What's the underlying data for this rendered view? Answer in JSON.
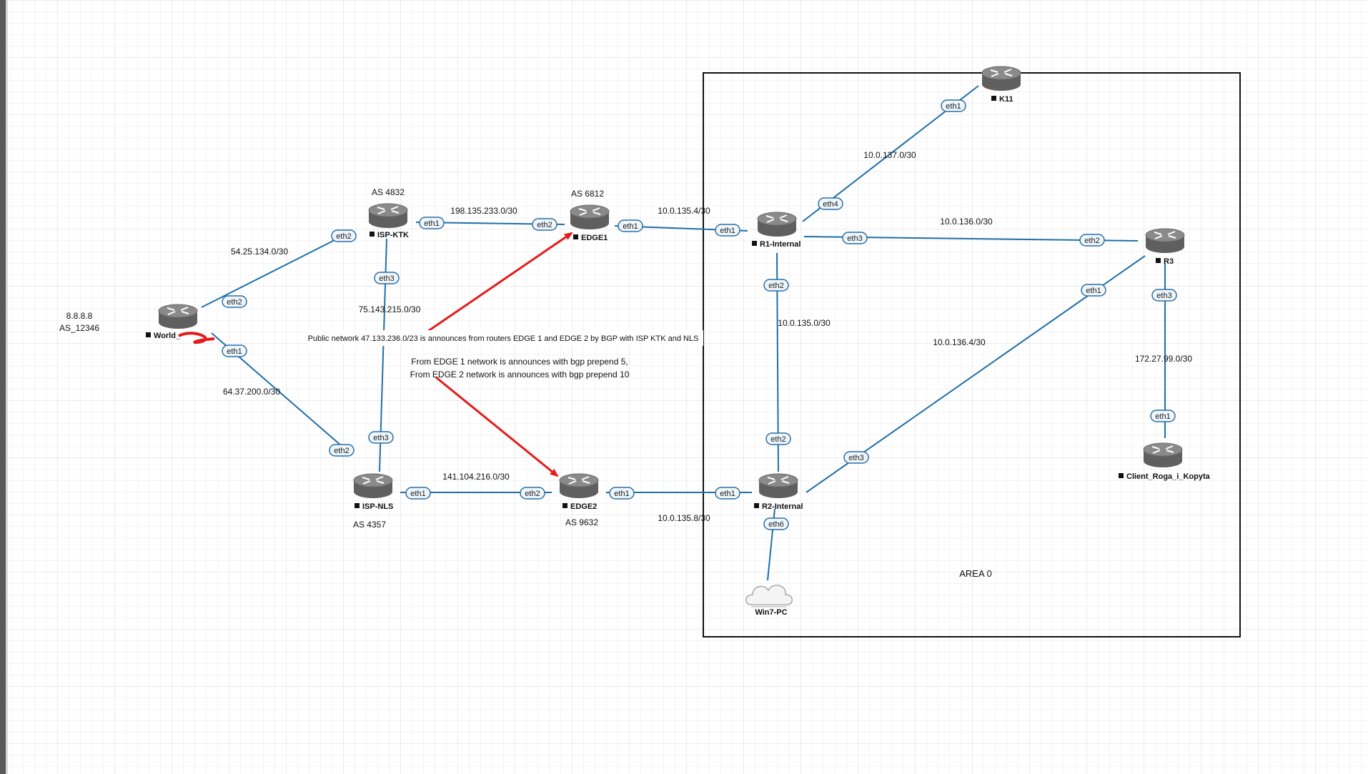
{
  "colors": {
    "background": "#ffffff",
    "grid_minor": "#eaeaea",
    "grid_major": "#d6d6d6",
    "link": "#1f6fa8",
    "port_border": "#2d6fa3",
    "port_fill": "#eef6fc",
    "router_top": "#8a8a8a",
    "router_side": "#5f5f5f",
    "arrow": "#e41b1b",
    "area_border": "#111111",
    "left_bar": "#5a5a5a"
  },
  "icons": {
    "router": "router-icon",
    "cloud": "cloud-pc-icon",
    "node_marker": "square-marker-icon",
    "arrow": "arrow-icon"
  },
  "nodes": [
    {
      "id": "world",
      "label": "World_",
      "kind": "router",
      "marker": true
    },
    {
      "id": "isp-ktk",
      "label": "ISP-KTK",
      "kind": "router",
      "marker": true
    },
    {
      "id": "isp-nls",
      "label": "ISP-NLS",
      "kind": "router",
      "marker": true
    },
    {
      "id": "edge1",
      "label": "EDGE1",
      "kind": "router",
      "marker": true
    },
    {
      "id": "edge2",
      "label": "EDGE2",
      "kind": "router",
      "marker": true
    },
    {
      "id": "r1",
      "label": "R1-Internal",
      "kind": "router",
      "marker": true
    },
    {
      "id": "r2",
      "label": "R2-Internal",
      "kind": "router",
      "marker": true
    },
    {
      "id": "k11",
      "label": "K11",
      "kind": "router",
      "marker": true
    },
    {
      "id": "r3",
      "label": "R3",
      "kind": "router",
      "marker": true
    },
    {
      "id": "client",
      "label": "Client_Roga_i_Kopyta",
      "kind": "router",
      "marker": true
    },
    {
      "id": "win7",
      "label": "Win7-PC",
      "kind": "cloud",
      "marker": false
    }
  ],
  "links": [
    {
      "from": "world",
      "to": "isp-ktk",
      "from_port": "eth2",
      "to_port": "eth2",
      "subnet": "54.25.134.0/30"
    },
    {
      "from": "world",
      "to": "isp-nls",
      "from_port": "eth1",
      "to_port": "eth2",
      "subnet": "64.37.200.0/30"
    },
    {
      "from": "isp-ktk",
      "to": "isp-nls",
      "from_port": "eth3",
      "to_port": "eth3",
      "subnet": "75.143.215.0/30"
    },
    {
      "from": "isp-ktk",
      "to": "edge1",
      "from_port": "eth1",
      "to_port": "eth2",
      "subnet": "198.135.233.0/30"
    },
    {
      "from": "isp-nls",
      "to": "edge2",
      "from_port": "eth1",
      "to_port": "eth2",
      "subnet": "141.104.216.0/30"
    },
    {
      "from": "edge1",
      "to": "r1",
      "from_port": "eth1",
      "to_port": "eth1",
      "subnet": "10.0.135.4/30"
    },
    {
      "from": "edge2",
      "to": "r2",
      "from_port": "eth1",
      "to_port": "eth1",
      "subnet": "10.0.135.8/30"
    },
    {
      "from": "r1",
      "to": "r2",
      "from_port": "eth2",
      "to_port": "eth2",
      "subnet": "10.0.135.0/30"
    },
    {
      "from": "r1",
      "to": "k11",
      "from_port": "eth4",
      "to_port": "eth1",
      "subnet": "10.0.137.0/30"
    },
    {
      "from": "r1",
      "to": "r3",
      "from_port": "eth3",
      "to_port": "eth2",
      "subnet": "10.0.136.0/30"
    },
    {
      "from": "r2",
      "to": "r3",
      "from_port": "eth3",
      "to_port": "eth1",
      "subnet": "10.0.136.4/30"
    },
    {
      "from": "r3",
      "to": "client",
      "from_port": "eth3",
      "to_port": "eth1",
      "subnet": "172.27.99.0/30"
    },
    {
      "from": "r2",
      "to": "win7",
      "from_port": "eth6",
      "to_port": "",
      "subnet": ""
    }
  ],
  "labels": {
    "world_ip": "8.8.8.8",
    "world_as": "AS_12346",
    "isp_ktk_as": "AS 4832",
    "edge1_as": "AS 6812",
    "isp_nls_as": "AS 4357",
    "edge2_as": "AS 9632",
    "area": "AREA 0"
  },
  "notes": {
    "public_network": "Public network 47.133.236.0/23  is announces from routers EDGE 1 and EDGE 2 by BGP with ISP KTK and NLS",
    "prepend_line1": "From EDGE 1 network is announces with bgp prepend 5,",
    "prepend_line2": "From EDGE 2 network is announces with bgp prepend 10"
  }
}
